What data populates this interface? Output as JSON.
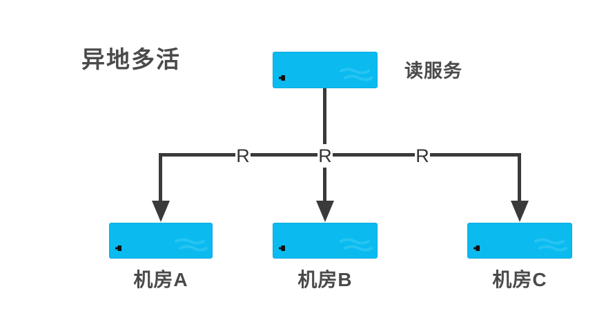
{
  "title": "异地多活",
  "read_service": {
    "label": "读服务"
  },
  "links": [
    {
      "label": "R"
    },
    {
      "label": "R"
    },
    {
      "label": "R"
    }
  ],
  "rooms": [
    {
      "label": "机房A"
    },
    {
      "label": "机房B"
    },
    {
      "label": "机房C"
    }
  ],
  "colors": {
    "node-fill": "#0bbbef",
    "node-edge": "#09a9dd",
    "line": "#3a3a3a",
    "text": "#4a4a4a",
    "label-bg": "#ffffff"
  }
}
